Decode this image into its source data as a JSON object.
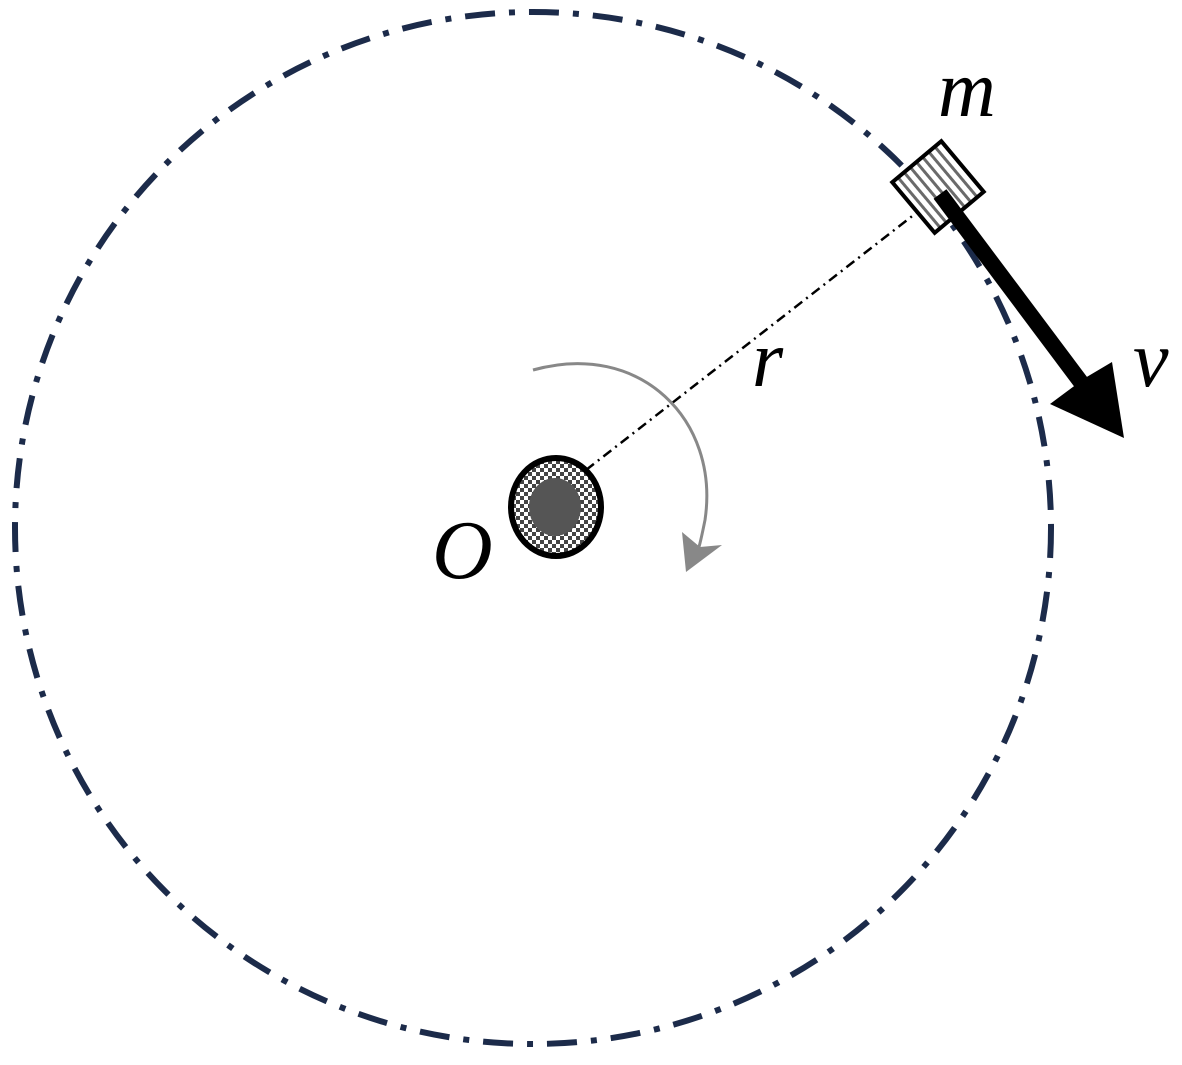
{
  "labels": {
    "center": "O",
    "mass": "m",
    "radius": "r",
    "velocity": "v"
  },
  "colors": {
    "orbit": "#1c2b4a",
    "ink": "#000000",
    "rotation_arrow": "#888888",
    "hub_core": "#555555",
    "background": "#ffffff"
  }
}
